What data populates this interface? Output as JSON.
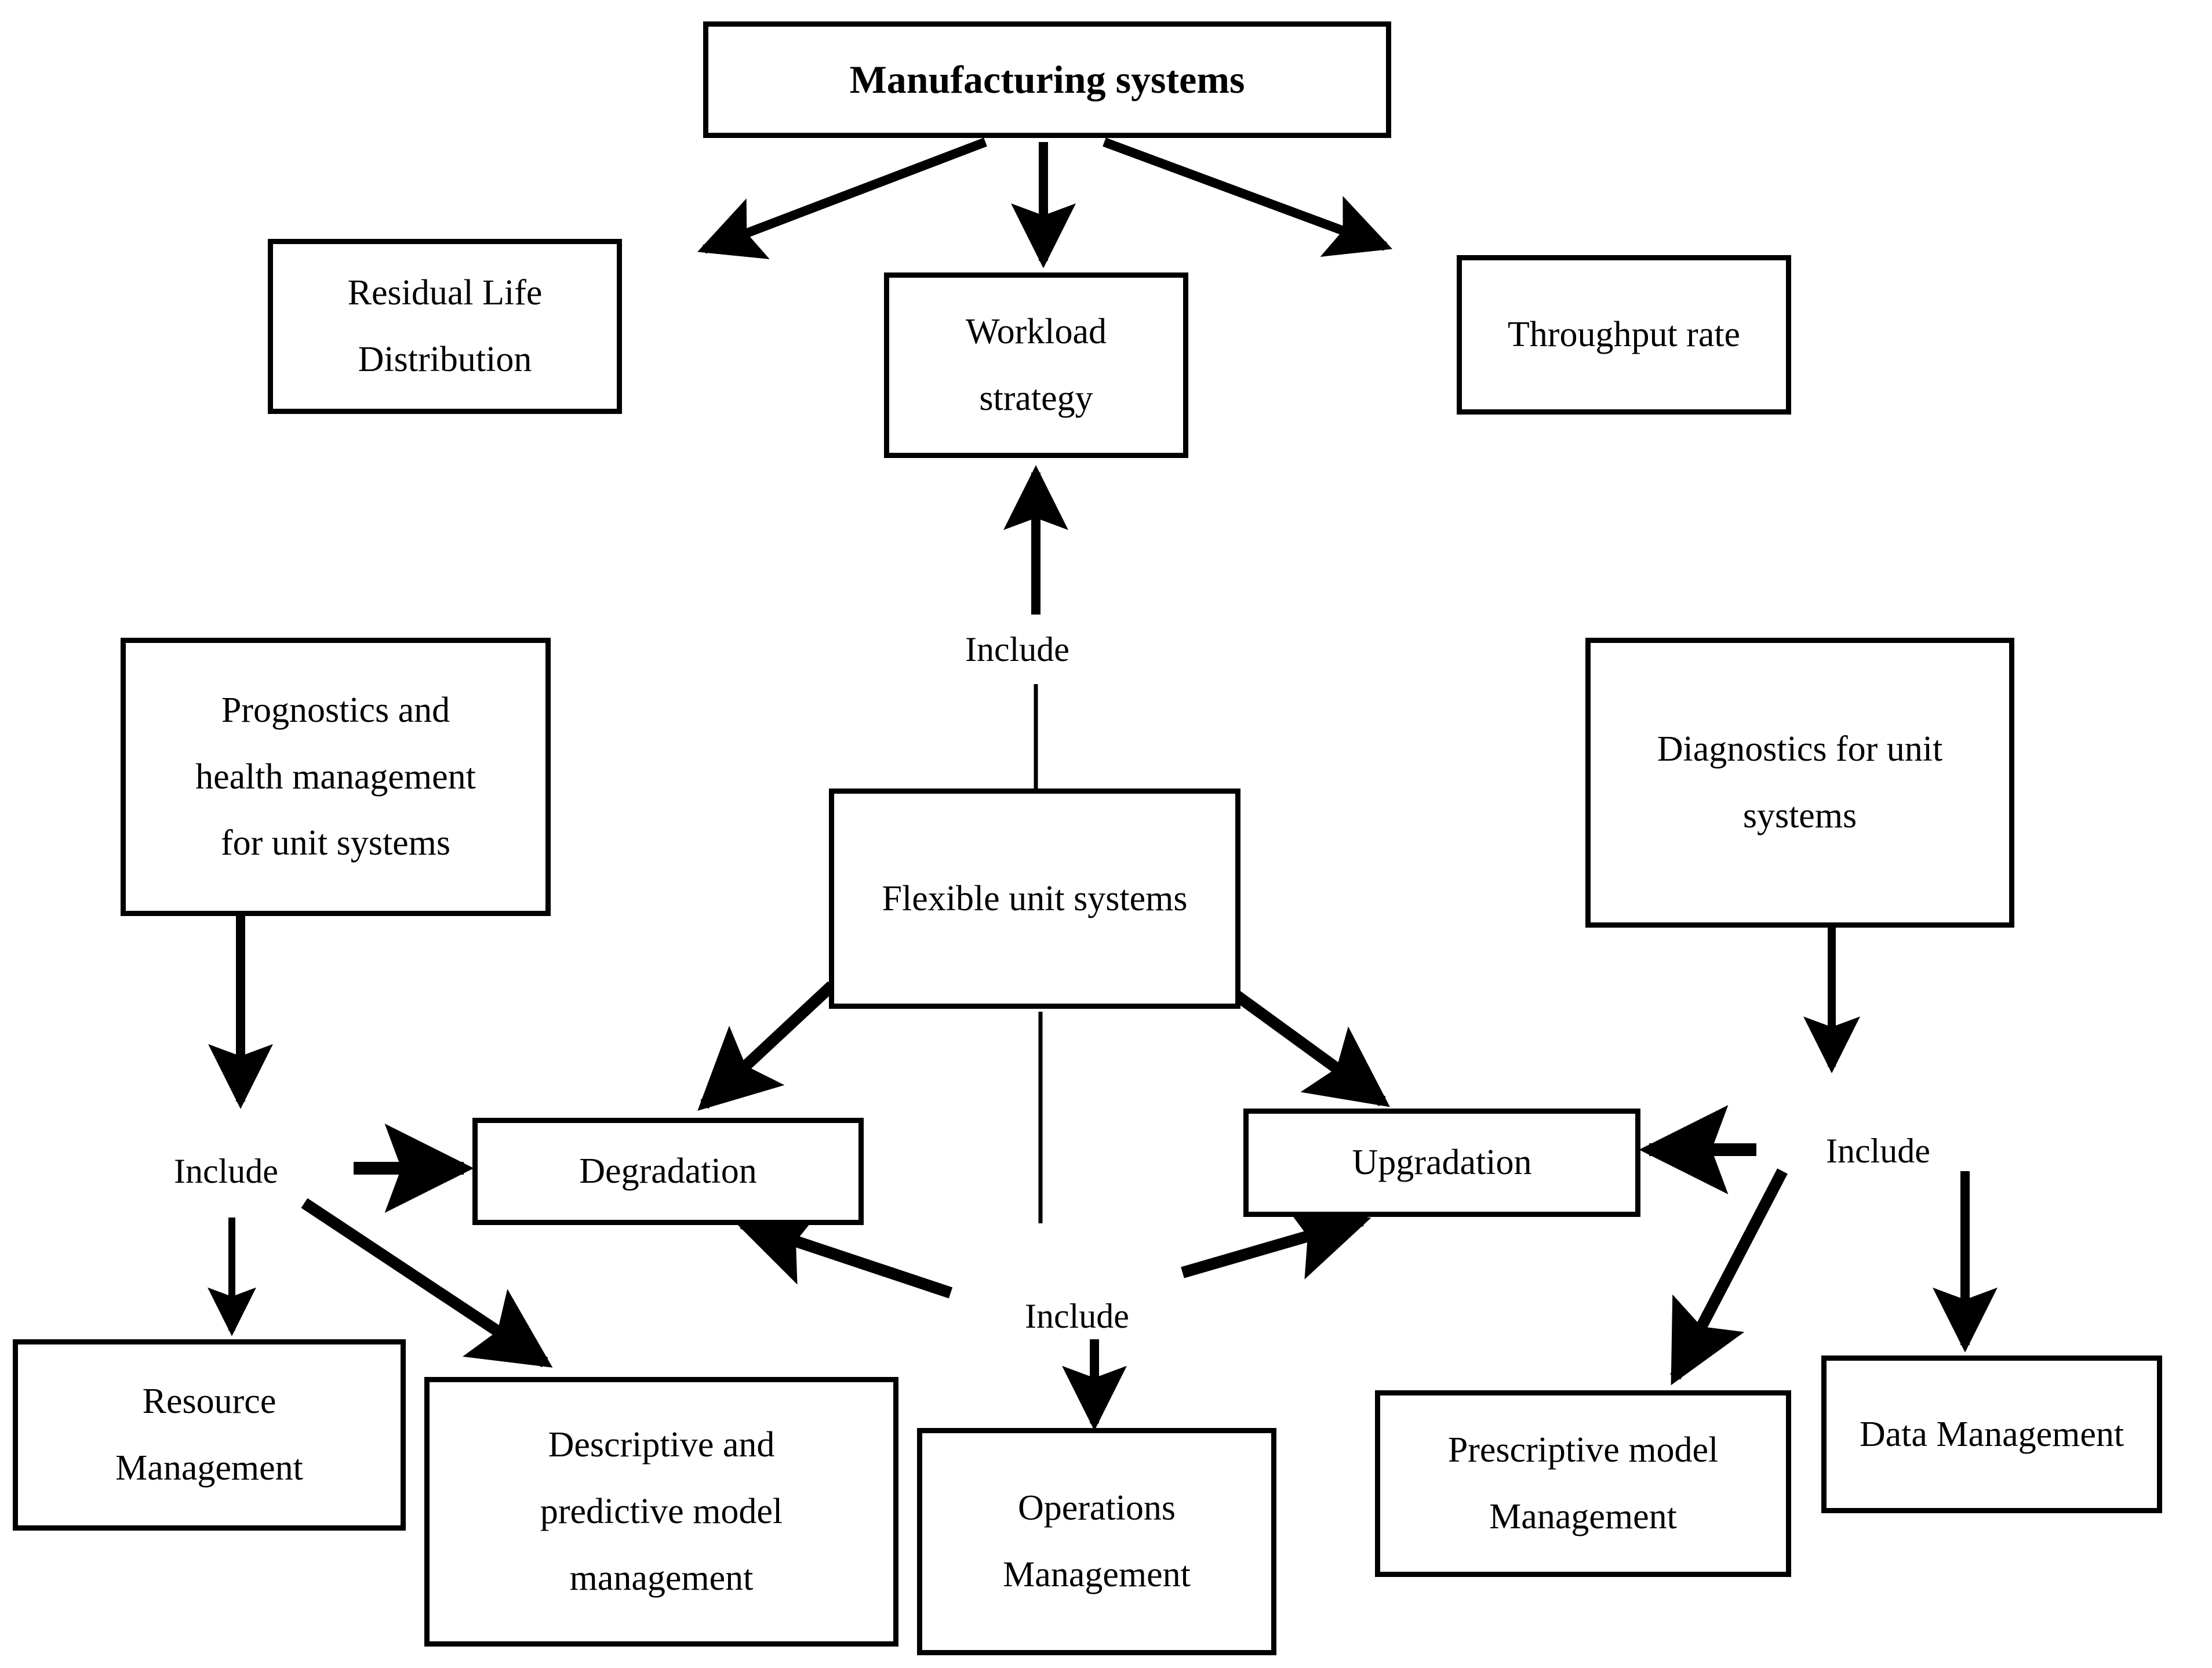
{
  "diagram": {
    "title": "Manufacturing systems hierarchy",
    "background_color": "#ffffff",
    "line_color": "#000000",
    "nodes": {
      "manufacturing_systems": {
        "label": "Manufacturing systems"
      },
      "residual_life_distribution": {
        "line1": "Residual Life",
        "line2": "Distribution"
      },
      "workload_strategy": {
        "line1": "Workload",
        "line2": "strategy"
      },
      "throughput_rate": {
        "line1": "Throughput rate"
      },
      "prognostics_health_management": {
        "line1": "Prognostics and",
        "line2": "health management",
        "line3": "for unit systems"
      },
      "flexible_unit_systems": {
        "line1": "Flexible unit systems"
      },
      "diagnostics_unit_systems": {
        "line1": "Diagnostics for unit",
        "line2": "systems"
      },
      "degradation": {
        "line1": "Degradation"
      },
      "upgradation": {
        "line1": "Upgradation"
      },
      "resource_management": {
        "line1": "Resource",
        "line2": "Management"
      },
      "descriptive_predictive_model_management": {
        "line1": "Descriptive and",
        "line2": "predictive model",
        "line3": "management"
      },
      "operations_management": {
        "line1": "Operations",
        "line2": "Management"
      },
      "prescriptive_model_management": {
        "line1": "Prescriptive model",
        "line2": "Management"
      },
      "data_management": {
        "line1": "Data Management"
      }
    },
    "edge_labels": {
      "include_center_top": "Include",
      "include_left": "Include",
      "include_center_bottom": "Include",
      "include_right": "Include"
    }
  },
  "chart_data": {
    "type": "diagram",
    "title": "Manufacturing systems",
    "nodes": [
      "Manufacturing systems",
      "Residual Life Distribution",
      "Workload strategy",
      "Throughput rate",
      "Prognostics and health management for unit systems",
      "Flexible unit systems",
      "Diagnostics for unit systems",
      "Degradation",
      "Upgradation",
      "Resource Management",
      "Descriptive and predictive model management",
      "Operations Management",
      "Prescriptive model Management",
      "Data Management"
    ],
    "edges": [
      {
        "from": "Manufacturing systems",
        "to": "Residual Life Distribution",
        "label": ""
      },
      {
        "from": "Manufacturing systems",
        "to": "Workload strategy",
        "label": ""
      },
      {
        "from": "Manufacturing systems",
        "to": "Throughput rate",
        "label": ""
      },
      {
        "from": "Flexible unit systems",
        "to": "Workload strategy",
        "label": "Include"
      },
      {
        "from": "Flexible unit systems",
        "to": "Degradation",
        "label": ""
      },
      {
        "from": "Flexible unit systems",
        "to": "Upgradation",
        "label": ""
      },
      {
        "from": "Flexible unit systems",
        "to": "Degradation",
        "label": "Include"
      },
      {
        "from": "Flexible unit systems",
        "to": "Upgradation",
        "label": "Include"
      },
      {
        "from": "Flexible unit systems",
        "to": "Operations Management",
        "label": "Include"
      },
      {
        "from": "Prognostics and health management for unit systems",
        "to": "Degradation",
        "label": "Include"
      },
      {
        "from": "Prognostics and health management for unit systems",
        "to": "Resource Management",
        "label": "Include"
      },
      {
        "from": "Prognostics and health management for unit systems",
        "to": "Descriptive and predictive model management",
        "label": "Include"
      },
      {
        "from": "Diagnostics for unit systems",
        "to": "Upgradation",
        "label": "Include"
      },
      {
        "from": "Diagnostics for unit systems",
        "to": "Prescriptive model Management",
        "label": "Include"
      },
      {
        "from": "Diagnostics for unit systems",
        "to": "Data Management",
        "label": "Include"
      }
    ]
  }
}
